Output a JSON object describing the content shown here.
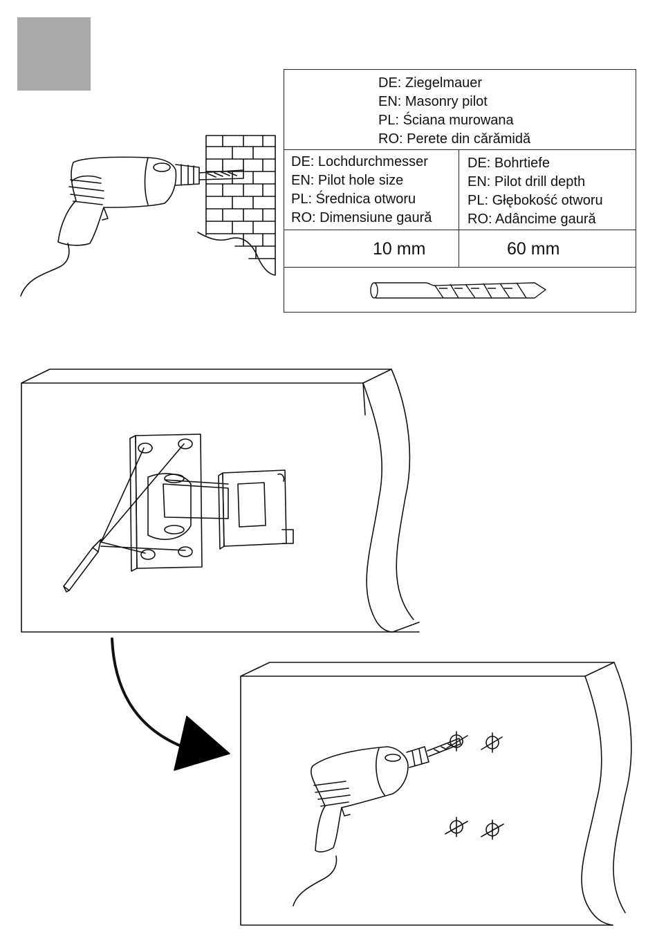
{
  "spec_table": {
    "material": [
      "DE: Ziegelmauer",
      "EN: Masonry pilot",
      "PL: Ściana murowana",
      "RO: Perete din cărămidă"
    ],
    "hole_size_label": [
      "DE: Lochdurchmesser",
      "EN: Pilot hole size",
      "PL: Średnica otworu",
      "RO: Dimensiune gaură"
    ],
    "drill_depth_label": [
      "DE: Bohrtiefe",
      "EN: Pilot drill depth",
      "PL: Głębokość otworu",
      "RO: Adâncime gaură"
    ],
    "hole_size_value": "10 mm",
    "drill_depth_value": "60 mm"
  },
  "colors": {
    "step_marker": "#a9a9a9",
    "line_art": "#111111",
    "arrow": "#000000"
  },
  "icons": {
    "drill": "power-drill-icon",
    "brick_wall": "brick-wall-icon",
    "masonry_bit": "masonry-drill-bit-icon",
    "wall_mount": "tv-wall-mount-bracket-icon",
    "pencil": "pencil-icon",
    "hole_mark": "drill-hole-mark-icon"
  }
}
